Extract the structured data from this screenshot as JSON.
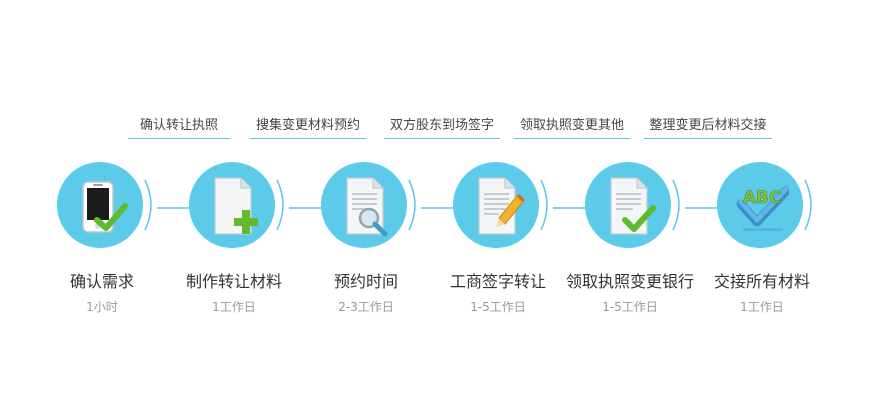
{
  "top_labels": [
    "确认转让执照",
    "搜集变更材料预约",
    "双方股东到场签字",
    "领取执照变更其他",
    "整理变更后材料交接"
  ],
  "steps": [
    {
      "title": "确认需求",
      "time": "1小时",
      "icon": "phone-check-icon"
    },
    {
      "title": "制作转让材料",
      "time": "1工作日",
      "icon": "document-add-icon"
    },
    {
      "title": "预约时间",
      "time": "2-3工作日",
      "icon": "document-search-icon"
    },
    {
      "title": "工商签字转让",
      "time": "1-5工作日",
      "icon": "document-sign-icon"
    },
    {
      "title": "领取执照变更银行",
      "time": "1-5工作日",
      "icon": "document-check-icon"
    },
    {
      "title": "交接所有材料",
      "time": "1工作日",
      "icon": "abc-check-icon"
    }
  ],
  "colors": {
    "circle": "#5ccbea",
    "accent": "#5bc6ea",
    "check": "#5fba2d"
  }
}
